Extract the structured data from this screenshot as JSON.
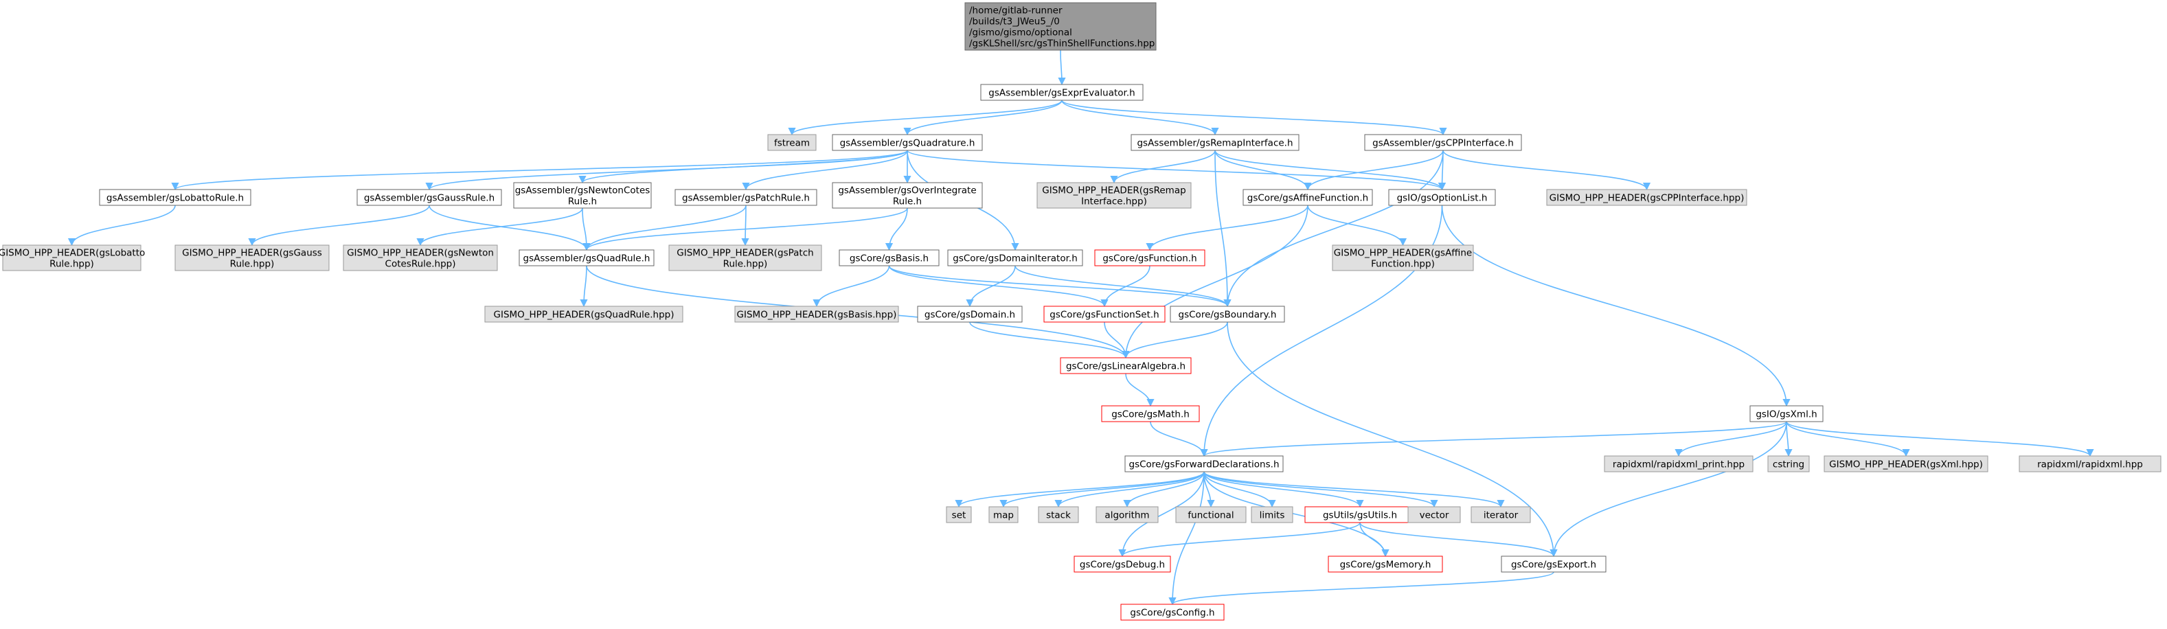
{
  "graph": {
    "nodes": [
      {
        "id": "root",
        "style": "root",
        "lines": [
          "/home/gitlab-runner",
          "/builds/t3_JWeu5_/0",
          "/gismo/gismo/optional",
          "/gsKLShell/src/gsThinShellFunctions.hpp"
        ]
      },
      {
        "id": "expr",
        "style": "plain",
        "lines": [
          "gsAssembler/gsExprEvaluator.h"
        ]
      },
      {
        "id": "fstream",
        "style": "sys",
        "lines": [
          "fstream"
        ]
      },
      {
        "id": "quad",
        "style": "plain",
        "lines": [
          "gsAssembler/gsQuadrature.h"
        ]
      },
      {
        "id": "remap",
        "style": "plain",
        "lines": [
          "gsAssembler/gsRemapInterface.h"
        ]
      },
      {
        "id": "cpp",
        "style": "plain",
        "lines": [
          "gsAssembler/gsCPPInterface.h"
        ]
      },
      {
        "id": "lobatto",
        "style": "plain",
        "lines": [
          "gsAssembler/gsLobattoRule.h"
        ]
      },
      {
        "id": "gauss",
        "style": "plain",
        "lines": [
          "gsAssembler/gsGaussRule.h"
        ]
      },
      {
        "id": "newton",
        "style": "plain",
        "lines": [
          "gsAssembler/gsNewtonCotes",
          "Rule.h"
        ]
      },
      {
        "id": "patch",
        "style": "plain",
        "lines": [
          "gsAssembler/gsPatchRule.h"
        ]
      },
      {
        "id": "overint",
        "style": "plain",
        "lines": [
          "gsAssembler/gsOverIntegrate",
          "Rule.h"
        ]
      },
      {
        "id": "remaphpp",
        "style": "sys",
        "lines": [
          "GISMO_HPP_HEADER(gsRemap",
          "Interface.hpp)"
        ]
      },
      {
        "id": "affine",
        "style": "plain",
        "lines": [
          "gsCore/gsAffineFunction.h"
        ]
      },
      {
        "id": "optlist",
        "style": "plain",
        "lines": [
          "gsIO/gsOptionList.h"
        ]
      },
      {
        "id": "cpphpp",
        "style": "sys",
        "lines": [
          "GISMO_HPP_HEADER(gsCPPInterface.hpp)"
        ]
      },
      {
        "id": "lobattohpp",
        "style": "sys",
        "lines": [
          "GISMO_HPP_HEADER(gsLobatto",
          "Rule.hpp)"
        ]
      },
      {
        "id": "gausshpp",
        "style": "sys",
        "lines": [
          "GISMO_HPP_HEADER(gsGauss",
          "Rule.hpp)"
        ]
      },
      {
        "id": "newtonhpp",
        "style": "sys",
        "lines": [
          "GISMO_HPP_HEADER(gsNewton",
          "CotesRule.hpp)"
        ]
      },
      {
        "id": "quadrule",
        "style": "plain",
        "lines": [
          "gsAssembler/gsQuadRule.h"
        ]
      },
      {
        "id": "patchhpp",
        "style": "sys",
        "lines": [
          "GISMO_HPP_HEADER(gsPatch",
          "Rule.hpp)"
        ]
      },
      {
        "id": "basis",
        "style": "plain",
        "lines": [
          "gsCore/gsBasis.h"
        ]
      },
      {
        "id": "domit",
        "style": "plain",
        "lines": [
          "gsCore/gsDomainIterator.h"
        ]
      },
      {
        "id": "function",
        "style": "red",
        "lines": [
          "gsCore/gsFunction.h"
        ]
      },
      {
        "id": "affinehpp",
        "style": "sys",
        "lines": [
          "GISMO_HPP_HEADER(gsAffine",
          "Function.hpp)"
        ]
      },
      {
        "id": "quadrulehpp",
        "style": "sys",
        "lines": [
          "GISMO_HPP_HEADER(gsQuadRule.hpp)"
        ]
      },
      {
        "id": "basishpp",
        "style": "sys",
        "lines": [
          "GISMO_HPP_HEADER(gsBasis.hpp)"
        ]
      },
      {
        "id": "domain",
        "style": "plain",
        "lines": [
          "gsCore/gsDomain.h"
        ]
      },
      {
        "id": "funcset",
        "style": "red",
        "lines": [
          "gsCore/gsFunctionSet.h"
        ]
      },
      {
        "id": "boundary",
        "style": "plain",
        "lines": [
          "gsCore/gsBoundary.h"
        ]
      },
      {
        "id": "linalg",
        "style": "red",
        "lines": [
          "gsCore/gsLinearAlgebra.h"
        ]
      },
      {
        "id": "math",
        "style": "red",
        "lines": [
          "gsCore/gsMath.h"
        ]
      },
      {
        "id": "xml",
        "style": "plain",
        "lines": [
          "gsIO/gsXml.h"
        ]
      },
      {
        "id": "fwd",
        "style": "plain",
        "lines": [
          "gsCore/gsForwardDeclarations.h"
        ]
      },
      {
        "id": "rapidprint",
        "style": "sys",
        "lines": [
          "rapidxml/rapidxml_print.hpp"
        ]
      },
      {
        "id": "cstring",
        "style": "sys",
        "lines": [
          "cstring"
        ]
      },
      {
        "id": "xmlhpp",
        "style": "sys",
        "lines": [
          "GISMO_HPP_HEADER(gsXml.hpp)"
        ]
      },
      {
        "id": "rapidxml",
        "style": "sys",
        "lines": [
          "rapidxml/rapidxml.hpp"
        ]
      },
      {
        "id": "set",
        "style": "sys",
        "lines": [
          "set"
        ]
      },
      {
        "id": "map",
        "style": "sys",
        "lines": [
          "map"
        ]
      },
      {
        "id": "stack",
        "style": "sys",
        "lines": [
          "stack"
        ]
      },
      {
        "id": "algorithm",
        "style": "sys",
        "lines": [
          "algorithm"
        ]
      },
      {
        "id": "functional",
        "style": "sys",
        "lines": [
          "functional"
        ]
      },
      {
        "id": "limits",
        "style": "sys",
        "lines": [
          "limits"
        ]
      },
      {
        "id": "utils",
        "style": "red",
        "lines": [
          "gsUtils/gsUtils.h"
        ]
      },
      {
        "id": "vector",
        "style": "sys",
        "lines": [
          "vector"
        ]
      },
      {
        "id": "iterator",
        "style": "sys",
        "lines": [
          "iterator"
        ]
      },
      {
        "id": "debug",
        "style": "red",
        "lines": [
          "gsCore/gsDebug.h"
        ]
      },
      {
        "id": "memory",
        "style": "red",
        "lines": [
          "gsCore/gsMemory.h"
        ]
      },
      {
        "id": "export",
        "style": "plain",
        "lines": [
          "gsCore/gsExport.h"
        ]
      },
      {
        "id": "config",
        "style": "red",
        "lines": [
          "gsCore/gsConfig.h"
        ]
      }
    ],
    "edges": [
      [
        "root",
        "expr"
      ],
      [
        "expr",
        "fstream"
      ],
      [
        "expr",
        "quad"
      ],
      [
        "expr",
        "remap"
      ],
      [
        "expr",
        "cpp"
      ],
      [
        "quad",
        "lobatto"
      ],
      [
        "quad",
        "gauss"
      ],
      [
        "quad",
        "newton"
      ],
      [
        "quad",
        "patch"
      ],
      [
        "quad",
        "overint"
      ],
      [
        "quad",
        "optlist"
      ],
      [
        "quad",
        "domit"
      ],
      [
        "remap",
        "remaphpp"
      ],
      [
        "remap",
        "affine"
      ],
      [
        "remap",
        "optlist"
      ],
      [
        "remap",
        "boundary"
      ],
      [
        "cpp",
        "affine"
      ],
      [
        "cpp",
        "optlist"
      ],
      [
        "cpp",
        "cpphpp"
      ],
      [
        "cpp",
        "boundary"
      ],
      [
        "lobatto",
        "lobattohpp"
      ],
      [
        "gauss",
        "gausshpp"
      ],
      [
        "gauss",
        "quadrule"
      ],
      [
        "newton",
        "newtonhpp"
      ],
      [
        "newton",
        "quadrule"
      ],
      [
        "patch",
        "quadrule"
      ],
      [
        "patch",
        "patchhpp"
      ],
      [
        "overint",
        "quadrule"
      ],
      [
        "overint",
        "basis"
      ],
      [
        "affine",
        "function"
      ],
      [
        "affine",
        "affinehpp"
      ],
      [
        "affine",
        "linalg"
      ],
      [
        "optlist",
        "xml"
      ],
      [
        "optlist",
        "fwd"
      ],
      [
        "quadrule",
        "quadrulehpp"
      ],
      [
        "quadrule",
        "linalg"
      ],
      [
        "basis",
        "basishpp"
      ],
      [
        "basis",
        "funcset"
      ],
      [
        "basis",
        "boundary"
      ],
      [
        "domit",
        "domain"
      ],
      [
        "domit",
        "boundary"
      ],
      [
        "function",
        "funcset"
      ],
      [
        "domain",
        "linalg"
      ],
      [
        "funcset",
        "linalg"
      ],
      [
        "boundary",
        "linalg"
      ],
      [
        "boundary",
        "export"
      ],
      [
        "linalg",
        "math"
      ],
      [
        "math",
        "fwd"
      ],
      [
        "xml",
        "fwd"
      ],
      [
        "xml",
        "rapidprint"
      ],
      [
        "xml",
        "cstring"
      ],
      [
        "xml",
        "xmlhpp"
      ],
      [
        "xml",
        "rapidxml"
      ],
      [
        "xml",
        "export"
      ],
      [
        "fwd",
        "set"
      ],
      [
        "fwd",
        "map"
      ],
      [
        "fwd",
        "stack"
      ],
      [
        "fwd",
        "algorithm"
      ],
      [
        "fwd",
        "functional"
      ],
      [
        "fwd",
        "limits"
      ],
      [
        "fwd",
        "utils"
      ],
      [
        "fwd",
        "vector"
      ],
      [
        "fwd",
        "iterator"
      ],
      [
        "fwd",
        "debug"
      ],
      [
        "fwd",
        "memory"
      ],
      [
        "fwd",
        "config"
      ],
      [
        "utils",
        "debug"
      ],
      [
        "utils",
        "memory"
      ],
      [
        "utils",
        "export"
      ],
      [
        "export",
        "config"
      ]
    ]
  },
  "colors": {
    "edge": "#63b8ff",
    "root_fill": "#999999",
    "root_stroke": "#666666",
    "plain_fill": "#ffffff",
    "plain_stroke": "#666666",
    "sys_fill": "#e0e0e0",
    "sys_stroke": "#999999",
    "red_fill": "#ffffff",
    "red_stroke": "#ff0000"
  }
}
